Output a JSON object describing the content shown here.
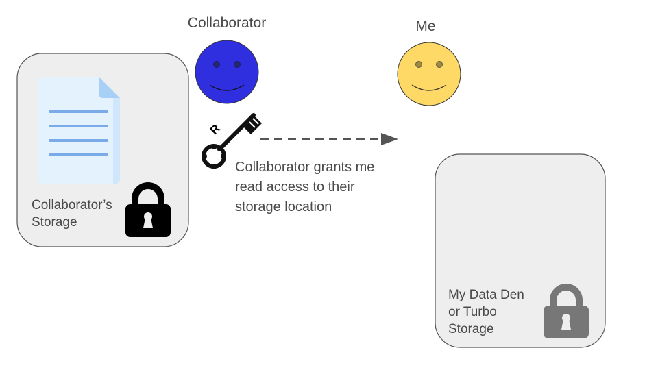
{
  "actors": {
    "collaborator_label": "Collaborator",
    "me_label": "Me"
  },
  "collaborator_storage": {
    "label_lines": [
      "Collaborator’s",
      "Storage"
    ]
  },
  "my_storage": {
    "label_lines": [
      "My Data Den",
      "or Turbo",
      "Storage"
    ]
  },
  "key": {
    "permission_letter": "R"
  },
  "grant": {
    "caption_lines": [
      "Collaborator grants me",
      "read access to their",
      "storage location"
    ]
  },
  "colors": {
    "collaborator_face": "#2f2fe0",
    "me_face": "#ffd966",
    "box_fill": "#eeeeee",
    "doc_fill": "#e3f2fd",
    "doc_lines": "#7aaae8"
  }
}
